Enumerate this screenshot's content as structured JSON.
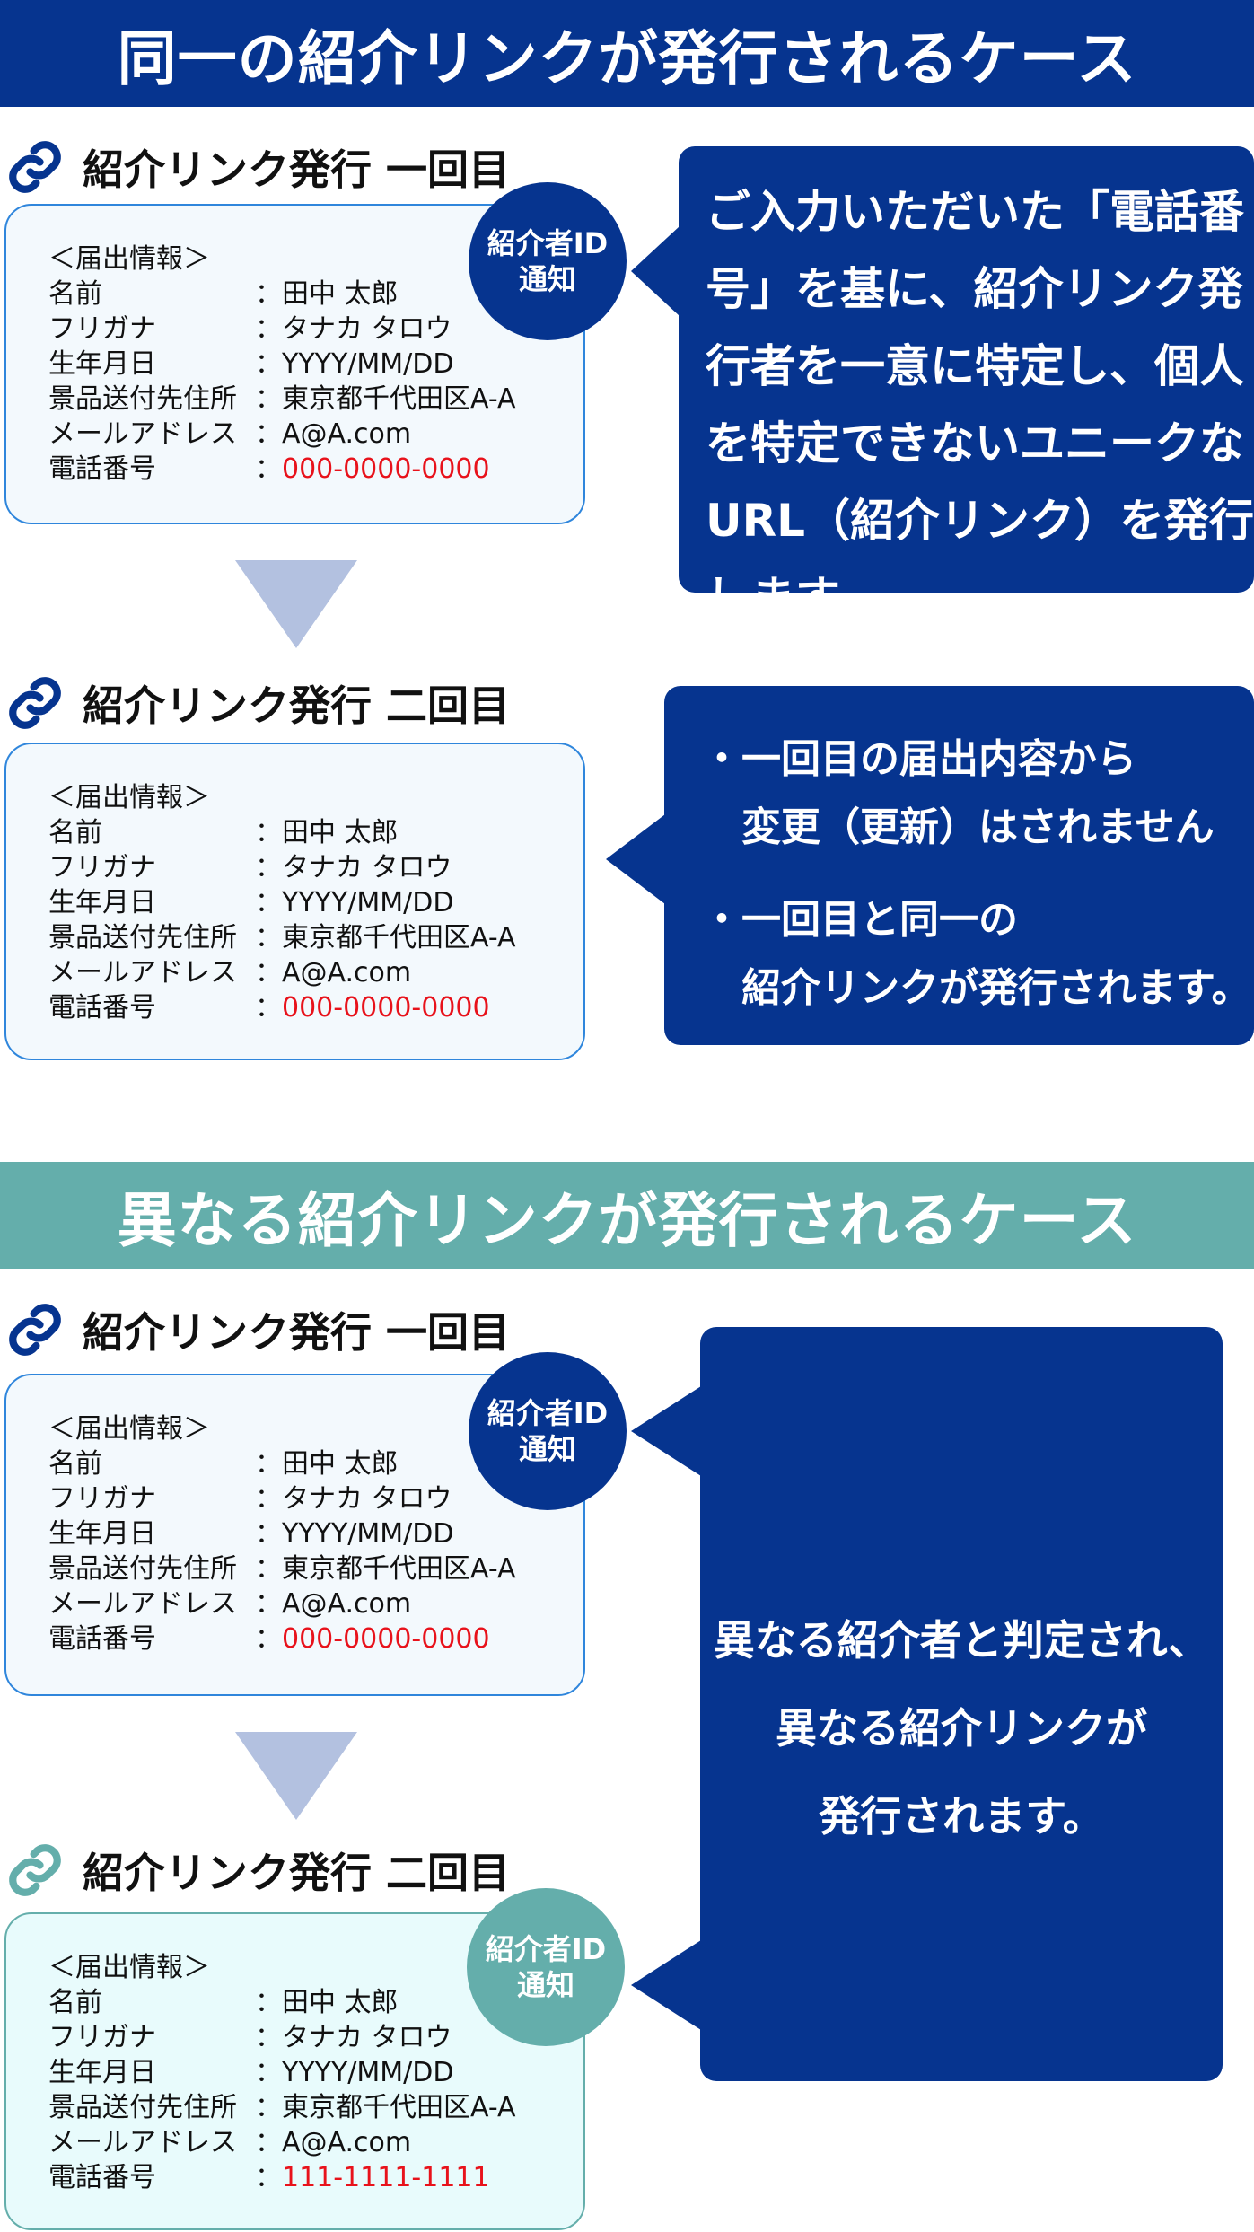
{
  "colors": {
    "navy": "#06348f",
    "teal": "#64aeab",
    "red": "#e8121b",
    "arrow": "#b3c1e0"
  },
  "section1": {
    "title": "同一の紹介リンクが発行されるケース",
    "first": {
      "heading": "紹介リンク発行 一回目"
    },
    "second": {
      "heading": "紹介リンク発行 二回目"
    },
    "callout1": {
      "lines": [
        "ご入力いただいた「電話番",
        "号」を基に、紹介リンク発",
        "行者を一意に特定し、個人",
        "を特定できないユニークな",
        "URL（紹介リンク）を発行",
        "します。"
      ]
    },
    "callout2": {
      "lines": [
        "・一回目の届出内容から",
        "　変更（更新）はされません",
        "・一回目と同一の",
        "　紹介リンクが発行されます。"
      ]
    }
  },
  "section2": {
    "title": "異なる紹介リンクが発行されるケース",
    "first": {
      "heading": "紹介リンク発行 一回目"
    },
    "second": {
      "heading": "紹介リンク発行 二回目"
    },
    "callout": {
      "lines": [
        "異なる紹介者と判定され、",
        "異なる紹介リンクが",
        "発行されます。"
      ]
    }
  },
  "badge": {
    "line1": "紹介者ID",
    "line2": "通知"
  },
  "form": {
    "header": "＜届出情報＞",
    "separator": "：",
    "labels": [
      "名前",
      "フリガナ",
      "生年月日",
      "景品送付先住所",
      "メールアドレス",
      "電話番号"
    ],
    "values": [
      "田中 太郎",
      "タナカ タロウ",
      "YYYY/MM/DD",
      "東京都千代田区A-A",
      "A@A.com"
    ],
    "phone_a": "000-0000-0000",
    "phone_b": "111-1111-1111"
  }
}
